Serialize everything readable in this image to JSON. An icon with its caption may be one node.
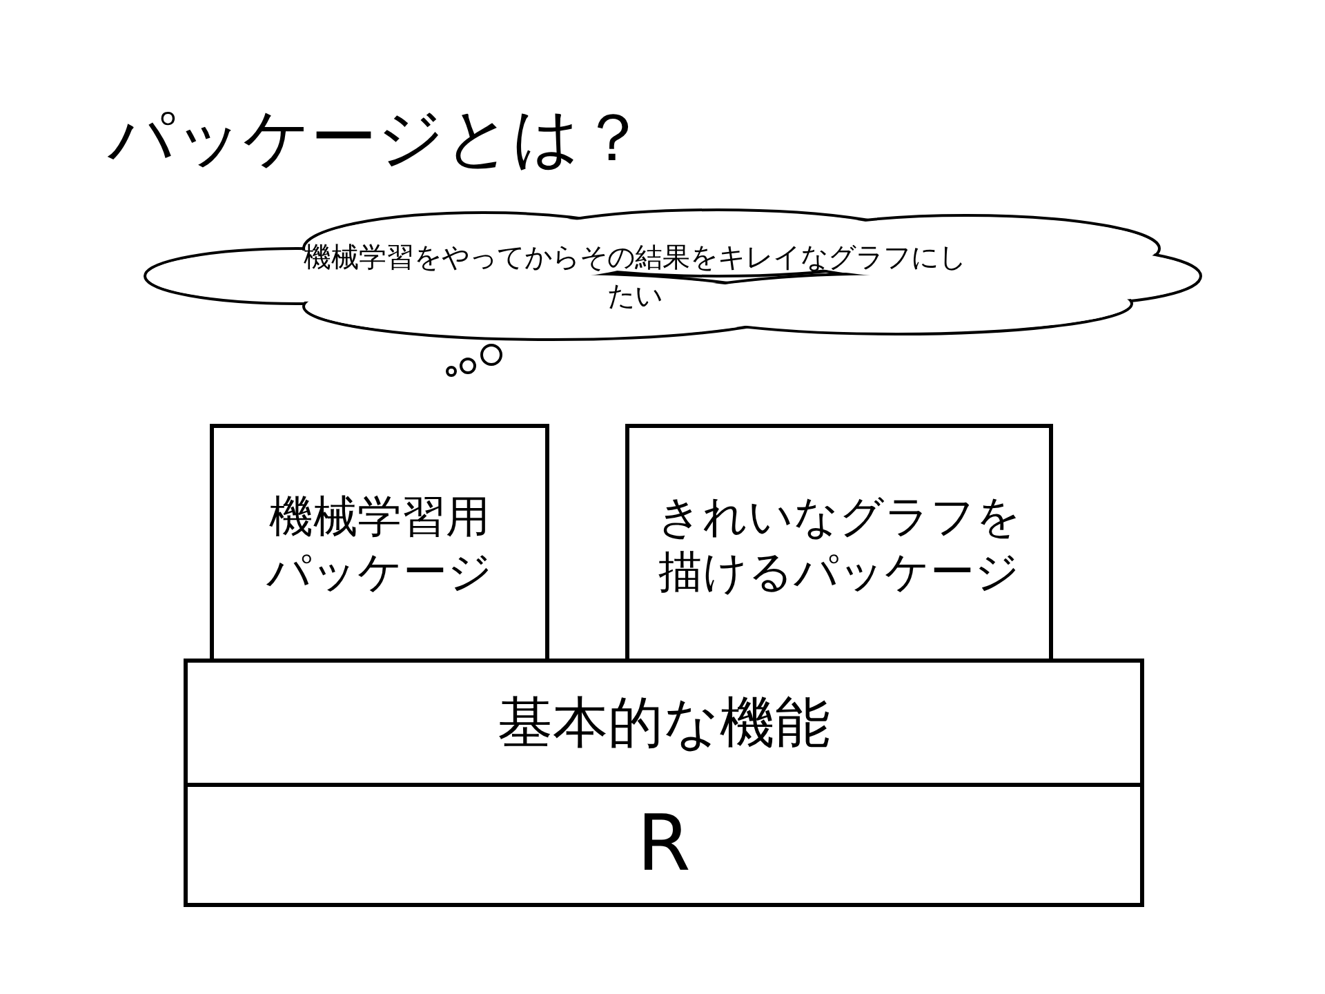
{
  "diagram": {
    "title": "パッケージとは？",
    "nodes": [
      {
        "text": [
          "機械学習をやってからその結果をキレイなグラフにしたい"
        ]
      },
      {
        "text": [
          "機械学習用パッケージ"
        ]
      },
      {
        "text": [
          "きれいなグラフを描けるパッケージ"
        ]
      },
      {
        "text": [
          "基本的な機能"
        ]
      },
      {
        "text": [
          "R"
        ]
      }
    ]
  }
}
